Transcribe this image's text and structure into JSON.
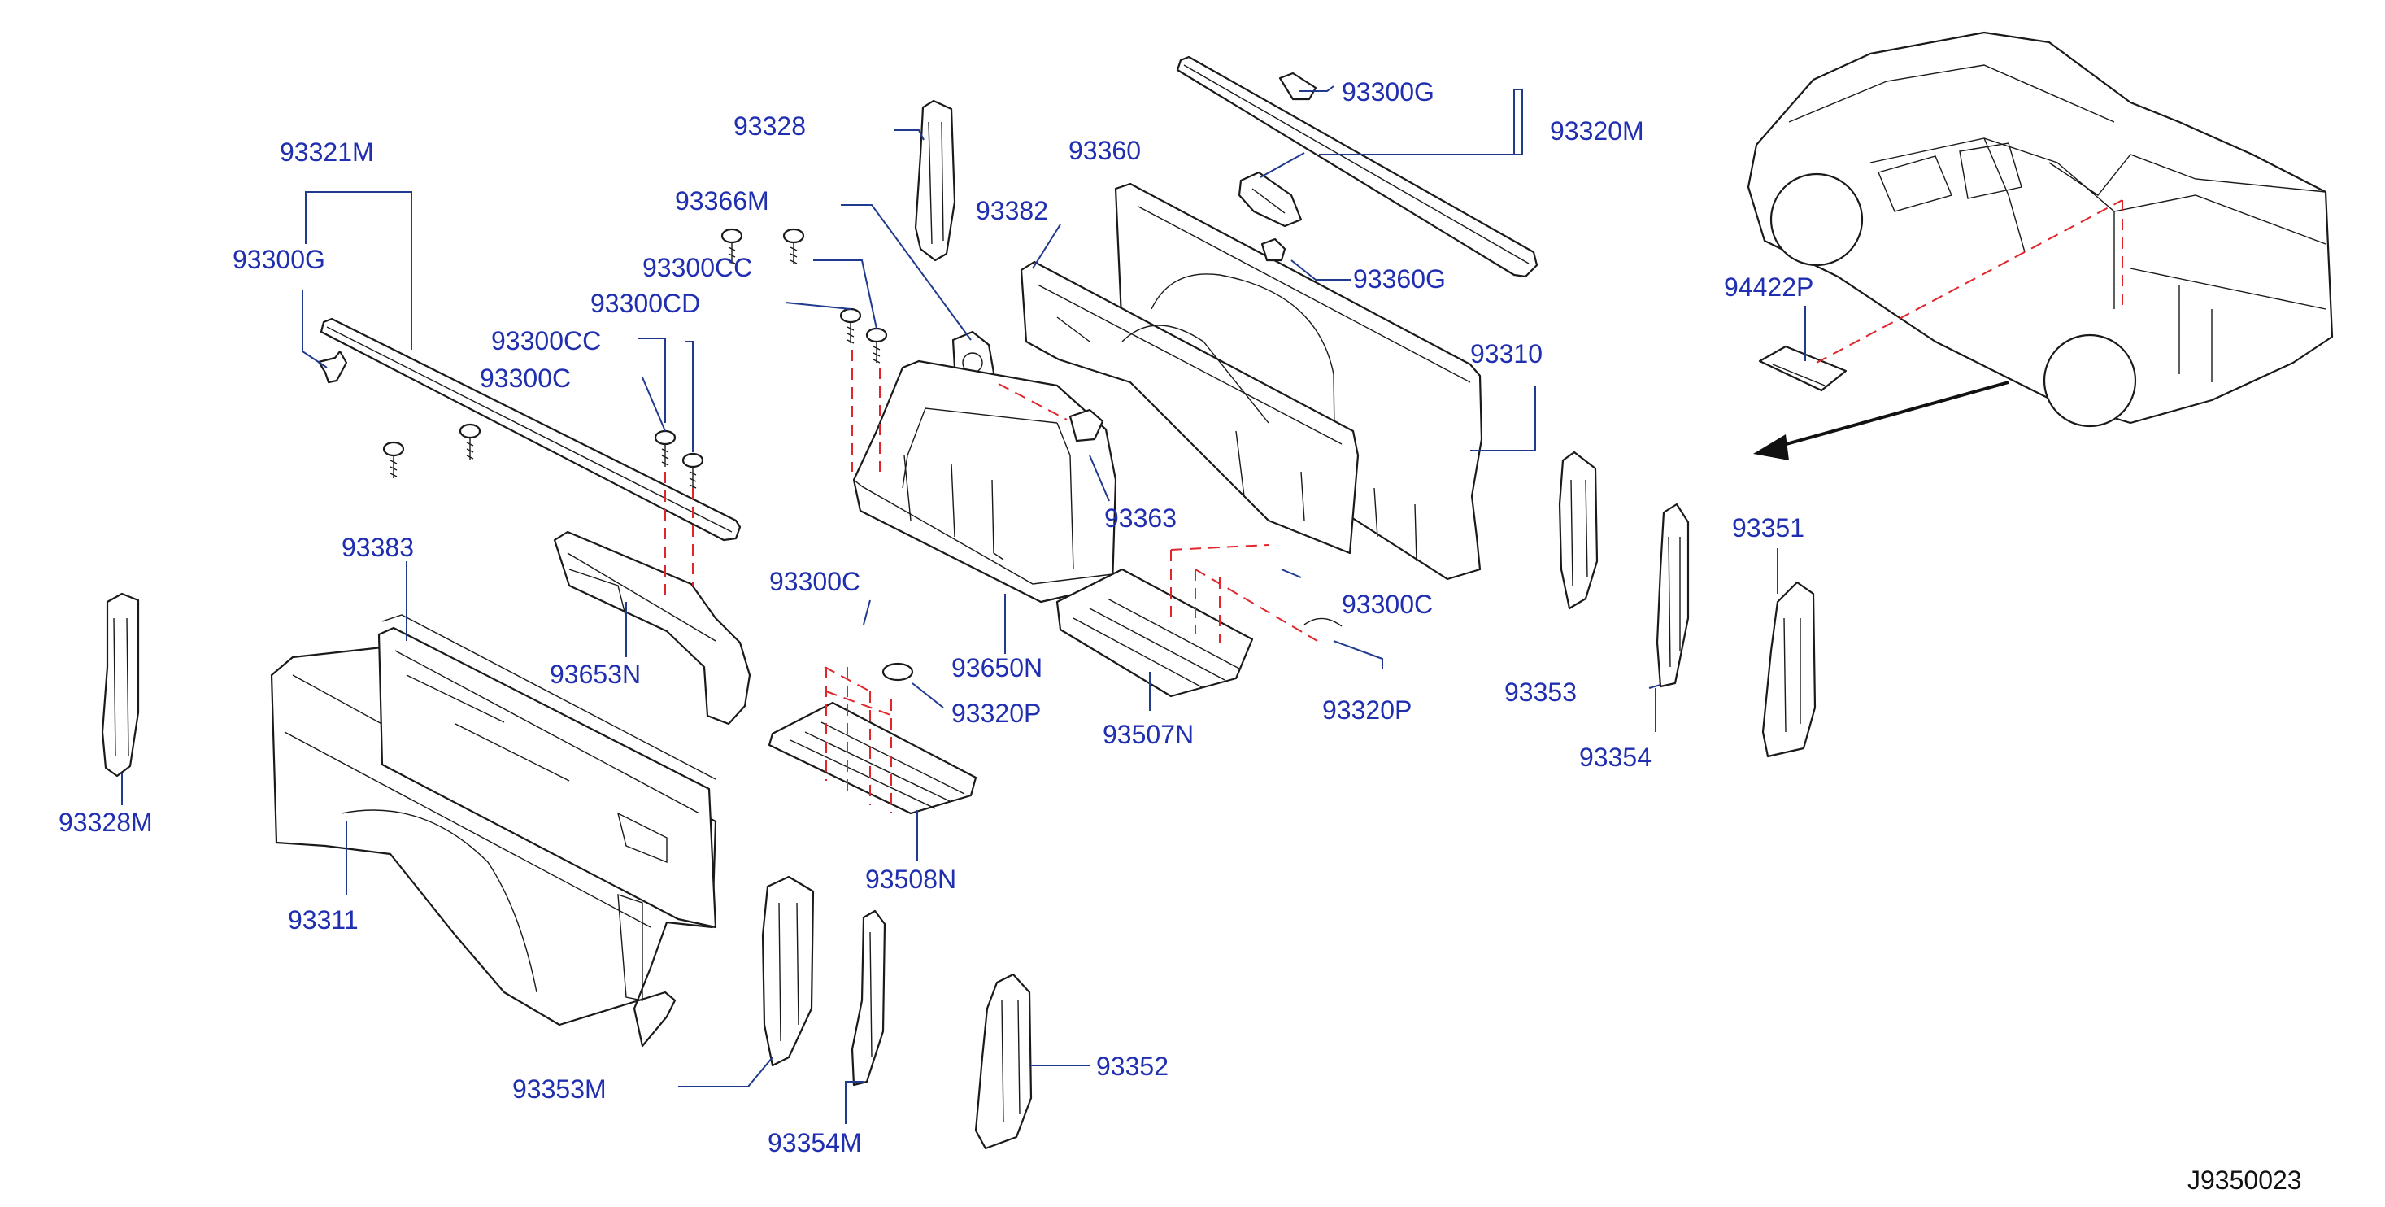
{
  "labels": {
    "p93321M": "93321M",
    "p93300G_left": "93300G",
    "p93328": "93328",
    "p93366M": "93366M",
    "p93300CC_top": "93300CC",
    "p93300CD": "93300CD",
    "p93300CC_mid": "93300CC",
    "p93300C_left": "93300C",
    "p93382": "93382",
    "p93360": "93360",
    "p93300G_right": "93300G",
    "p93320M": "93320M",
    "p93360G": "93360G",
    "p94422P": "94422P",
    "p93310": "93310",
    "p93363": "93363",
    "p93383": "93383",
    "p93653N": "93653N",
    "p93300C_center": "93300C",
    "p93650N": "93650N",
    "p93320P_center": "93320P",
    "p93507N": "93507N",
    "p93300C_right": "93300C",
    "p93320P_right": "93320P",
    "p93353": "93353",
    "p93351": "93351",
    "p93354": "93354",
    "p93328M": "93328M",
    "p93311": "93311",
    "p93508N": "93508N",
    "p93353M": "93353M",
    "p93354M": "93354M",
    "p93352": "93352"
  },
  "diagram_code": "J9350023",
  "colors": {
    "label": "#1f2fb0",
    "leader": "#1f3a8f",
    "hidden_line": "#e0262b",
    "outline": "#1a1a1a"
  }
}
